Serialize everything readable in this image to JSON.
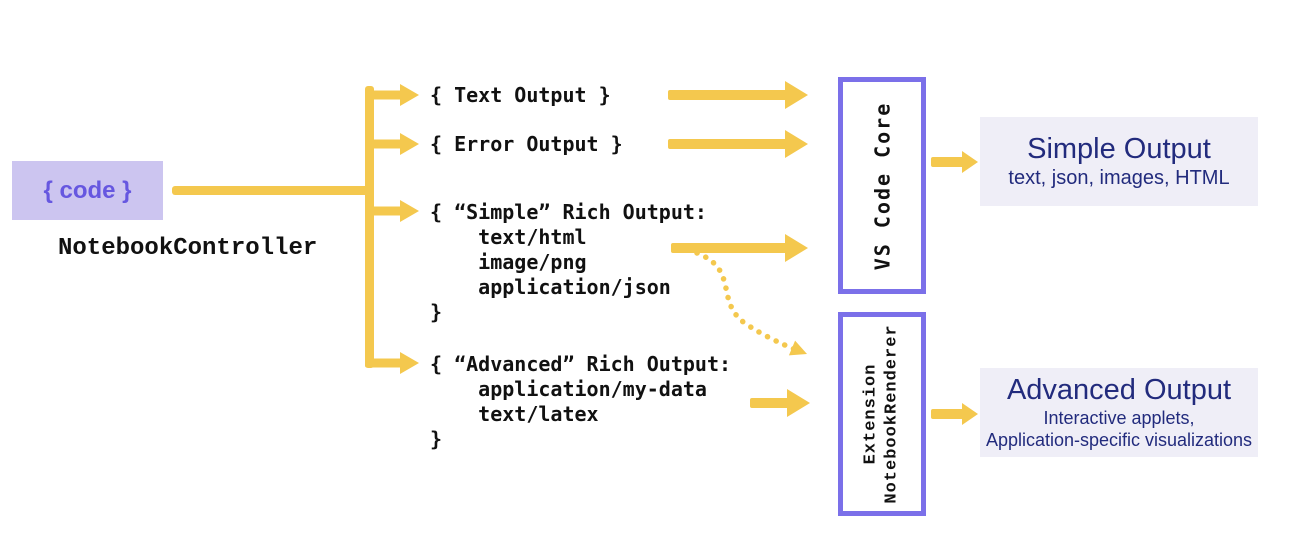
{
  "controller": {
    "code_label": "{ code }",
    "name": "NotebookController"
  },
  "outputs": {
    "text_label": "{ Text Output }",
    "error_label": "{ Error Output }",
    "simple": {
      "lines": [
        "{ “Simple” Rich Output:",
        "    text/html",
        "    image/png",
        "    application/json",
        "}"
      ]
    },
    "advanced": {
      "lines": [
        "{ “Advanced” Rich Output:",
        "    application/my-data",
        "    text/latex",
        "}"
      ]
    }
  },
  "renderers": {
    "core_label": "VS Code Core",
    "extension_line1": "Extension",
    "extension_line2": "NotebookRenderer"
  },
  "results": {
    "simple": {
      "title": "Simple Output",
      "subtitle": "text, json, images, HTML"
    },
    "advanced": {
      "title": "Advanced Output",
      "subtitle_line1": "Interactive applets,",
      "subtitle_line2": "Application-specific visualizations"
    }
  },
  "colors": {
    "arrow_yellow": "#F4C84E",
    "renderer_border_purple": "#7B70E9",
    "code_box_lavender": "#CCC5F0",
    "code_text_purple": "#6657E0",
    "result_box_bg": "#EFEEF7",
    "result_text_navy": "#222B7D"
  }
}
